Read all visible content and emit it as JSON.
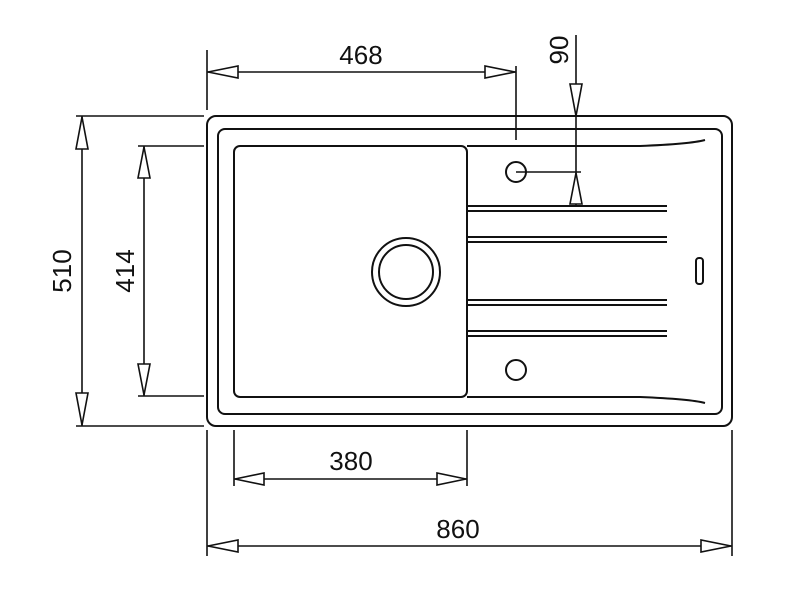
{
  "diagram": {
    "type": "sink dimension drawing (top view)",
    "units": "mm",
    "colors": {
      "line": "#111111",
      "background": "#ffffff"
    },
    "dimensions": {
      "overall_width": {
        "label": "860",
        "value": 860
      },
      "overall_depth": {
        "label": "510",
        "value": 510
      },
      "bowl_width": {
        "label": "380",
        "value": 380
      },
      "bowl_depth": {
        "label": "414",
        "value": 414
      },
      "tap_hole_offset_x": {
        "label": "468",
        "value": 468
      },
      "tap_hole_offset_y": {
        "label": "90",
        "value": 90
      }
    },
    "components": [
      {
        "name": "outer-rim",
        "label": ""
      },
      {
        "name": "inner-rim",
        "label": ""
      },
      {
        "name": "bowl",
        "label": ""
      },
      {
        "name": "drain",
        "label": ""
      },
      {
        "name": "drainer-grooves",
        "count": 4
      },
      {
        "name": "tap-holes",
        "count": 2
      },
      {
        "name": "overflow-slot",
        "label": ""
      }
    ]
  }
}
